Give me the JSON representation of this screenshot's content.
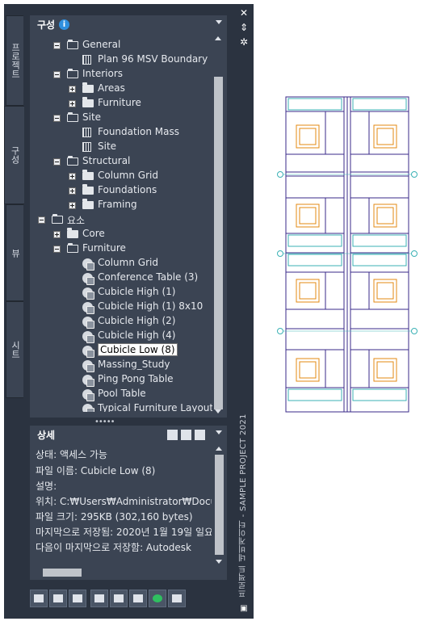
{
  "side_tabs": [
    {
      "label": "프로젝트"
    },
    {
      "label": "구성"
    },
    {
      "label": "뷰"
    },
    {
      "label": "시트"
    }
  ],
  "palette_title": "프로젝트 네비게이터 - SAMPLE PROJECT 2021",
  "strip_buttons": {
    "close": "✕",
    "pin": "⇕",
    "settings": "✲"
  },
  "tree_panel": {
    "title": "구성",
    "info_icon": "i",
    "items": [
      {
        "label": "General",
        "depth": 1,
        "toggle": "minus",
        "icon": "folder-open-icon"
      },
      {
        "label": "Plan 96 MSV Boundary",
        "depth": 2,
        "toggle": "",
        "icon": "construct-icon"
      },
      {
        "label": "Interiors",
        "depth": 1,
        "toggle": "minus",
        "icon": "folder-open-icon"
      },
      {
        "label": "Areas",
        "depth": 2,
        "toggle": "plus",
        "icon": "folder-icon"
      },
      {
        "label": "Furniture",
        "depth": 2,
        "toggle": "plus",
        "icon": "folder-icon"
      },
      {
        "label": "Site",
        "depth": 1,
        "toggle": "minus",
        "icon": "folder-open-icon"
      },
      {
        "label": "Foundation Mass",
        "depth": 2,
        "toggle": "",
        "icon": "construct-icon"
      },
      {
        "label": "Site",
        "depth": 2,
        "toggle": "",
        "icon": "construct-icon"
      },
      {
        "label": "Structural",
        "depth": 1,
        "toggle": "minus",
        "icon": "folder-open-icon"
      },
      {
        "label": "Column Grid",
        "depth": 2,
        "toggle": "plus",
        "icon": "folder-icon"
      },
      {
        "label": "Foundations",
        "depth": 2,
        "toggle": "plus",
        "icon": "folder-icon"
      },
      {
        "label": "Framing",
        "depth": 2,
        "toggle": "plus",
        "icon": "folder-icon"
      },
      {
        "label": "요소",
        "depth": 0,
        "toggle": "minus",
        "icon": "folder-open-icon"
      },
      {
        "label": "Core",
        "depth": 1,
        "toggle": "plus",
        "icon": "folder-icon"
      },
      {
        "label": "Furniture",
        "depth": 1,
        "toggle": "minus",
        "icon": "folder-open-icon"
      },
      {
        "label": "Column Grid",
        "depth": 2,
        "toggle": "",
        "icon": "element-icon"
      },
      {
        "label": "Conference Table (3)",
        "depth": 2,
        "toggle": "",
        "icon": "element-icon"
      },
      {
        "label": "Cubicle High (1)",
        "depth": 2,
        "toggle": "",
        "icon": "element-icon"
      },
      {
        "label": "Cubicle High (1) 8x10",
        "depth": 2,
        "toggle": "",
        "icon": "element-icon"
      },
      {
        "label": "Cubicle High (2)",
        "depth": 2,
        "toggle": "",
        "icon": "element-icon"
      },
      {
        "label": "Cubicle High (4)",
        "depth": 2,
        "toggle": "",
        "icon": "element-icon"
      },
      {
        "label": "Cubicle Low (8)",
        "depth": 2,
        "toggle": "",
        "icon": "element-icon",
        "selected": true
      },
      {
        "label": "Massing_Study",
        "depth": 2,
        "toggle": "",
        "icon": "element-icon"
      },
      {
        "label": "Ping Pong Table",
        "depth": 2,
        "toggle": "",
        "icon": "element-icon"
      },
      {
        "label": "Pool Table",
        "depth": 2,
        "toggle": "",
        "icon": "element-icon"
      },
      {
        "label": "Typical Furniture Layout",
        "depth": 2,
        "toggle": "",
        "icon": "element-icon"
      }
    ]
  },
  "detail_panel": {
    "title": "상세",
    "lines": [
      "상태: 액세스 가능",
      "파일 이름: Cubicle Low (8)",
      "설명:",
      "위치: C:₩Users₩Administrator₩Documen",
      "파일 크기: 295KB (302,160 bytes)",
      "마지막으로 저장됨: 2020년 1월 19일 일요",
      "다음이 마지막으로 저장함: Autodesk"
    ]
  },
  "toolbar_icons": [
    "add-element-icon",
    "new-element-icon",
    "copy-element-icon",
    "attach-icon",
    "xref-icon",
    "table-icon",
    "refresh-icon",
    "properties-icon"
  ],
  "colors": {
    "panel_bg": "#3b4453",
    "palette_bg": "#2b3340",
    "drawing_purple": "#3a2a8a",
    "drawing_cyan": "#3bb1b5",
    "drawing_orange": "#e38a12"
  }
}
